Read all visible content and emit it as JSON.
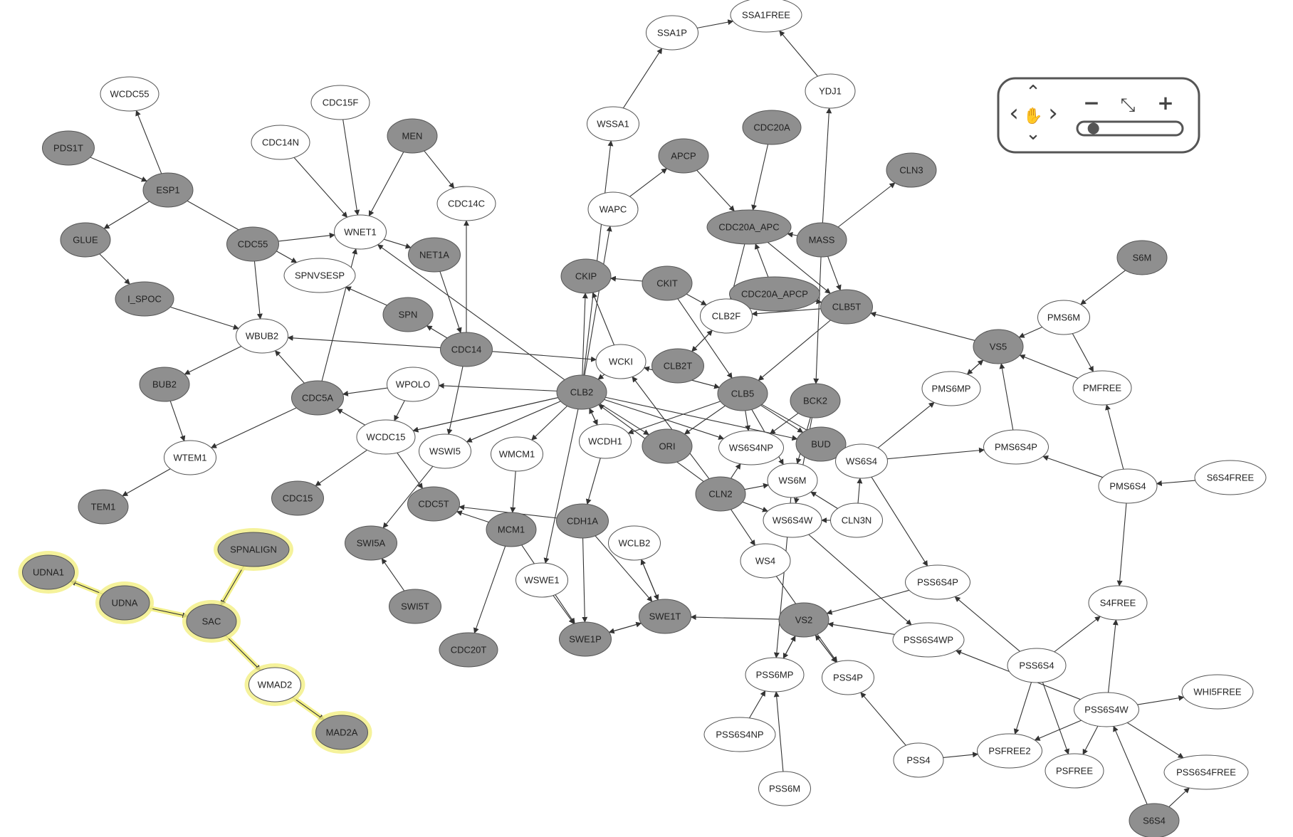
{
  "colors": {
    "active_fill": "#8f8f8f",
    "inactive_fill": "#ffffff",
    "stroke": "#555555",
    "edge": "#333333",
    "highlight": "#f3f08a"
  },
  "nodes": [
    {
      "id": "WCDC55",
      "active": false
    },
    {
      "id": "CDC15F",
      "active": false
    },
    {
      "id": "CDC14N",
      "active": false
    },
    {
      "id": "MEN",
      "active": true
    },
    {
      "id": "PDS1T",
      "active": true
    },
    {
      "id": "ESP1",
      "active": true
    },
    {
      "id": "CDC14C",
      "active": false
    },
    {
      "id": "GLUE",
      "active": true
    },
    {
      "id": "CDC55",
      "active": true
    },
    {
      "id": "WNET1",
      "active": false
    },
    {
      "id": "NET1A",
      "active": true
    },
    {
      "id": "SPNVSESP",
      "active": false
    },
    {
      "id": "I_SPOC",
      "active": true
    },
    {
      "id": "SPN",
      "active": true
    },
    {
      "id": "WBUB2",
      "active": false
    },
    {
      "id": "CDC14",
      "active": true
    },
    {
      "id": "BUB2",
      "active": true
    },
    {
      "id": "CDC5A",
      "active": true
    },
    {
      "id": "WPOLO",
      "active": false
    },
    {
      "id": "WTEM1",
      "active": false
    },
    {
      "id": "WCDC15",
      "active": false
    },
    {
      "id": "WSWI5",
      "active": false
    },
    {
      "id": "WMCM1",
      "active": false
    },
    {
      "id": "TEM1",
      "active": true
    },
    {
      "id": "CDC15",
      "active": true
    },
    {
      "id": "CDC5T",
      "active": true
    },
    {
      "id": "SWI5A",
      "active": true
    },
    {
      "id": "MCM1",
      "active": true
    },
    {
      "id": "SWI5T",
      "active": true
    },
    {
      "id": "CDC20T",
      "active": true
    },
    {
      "id": "SSA1FREE",
      "active": false
    },
    {
      "id": "SSA1P",
      "active": false
    },
    {
      "id": "YDJ1",
      "active": false
    },
    {
      "id": "WSSA1",
      "active": false
    },
    {
      "id": "CDC20A",
      "active": true
    },
    {
      "id": "APCP",
      "active": true
    },
    {
      "id": "CLN3",
      "active": true
    },
    {
      "id": "WAPC",
      "active": false
    },
    {
      "id": "CDC20A_APC",
      "active": true
    },
    {
      "id": "MASS",
      "active": true
    },
    {
      "id": "CKIP",
      "active": true
    },
    {
      "id": "CKIT",
      "active": true
    },
    {
      "id": "CDC20A_APCP",
      "active": true
    },
    {
      "id": "CLB5T",
      "active": true
    },
    {
      "id": "CLB2F",
      "active": false
    },
    {
      "id": "WCKI",
      "active": false
    },
    {
      "id": "CLB2T",
      "active": true
    },
    {
      "id": "CLB2",
      "active": true
    },
    {
      "id": "CLB5",
      "active": true
    },
    {
      "id": "BCK2",
      "active": true
    },
    {
      "id": "WCDH1",
      "active": false
    },
    {
      "id": "ORI",
      "active": true
    },
    {
      "id": "WS6S4NP",
      "active": false
    },
    {
      "id": "BUD",
      "active": true
    },
    {
      "id": "WS6S4",
      "active": false
    },
    {
      "id": "WS6M",
      "active": false
    },
    {
      "id": "CLN2",
      "active": true
    },
    {
      "id": "WS6S4W",
      "active": false
    },
    {
      "id": "CLN3N",
      "active": false
    },
    {
      "id": "CDH1A",
      "active": true
    },
    {
      "id": "WCLB2",
      "active": false
    },
    {
      "id": "WS4",
      "active": false
    },
    {
      "id": "WSWE1",
      "active": false
    },
    {
      "id": "SWE1T",
      "active": true
    },
    {
      "id": "SWE1P",
      "active": true
    },
    {
      "id": "VS2",
      "active": true
    },
    {
      "id": "PSS6S4P",
      "active": false
    },
    {
      "id": "PSS6S4WP",
      "active": false
    },
    {
      "id": "PSS6MP",
      "active": false
    },
    {
      "id": "PSS4P",
      "active": false
    },
    {
      "id": "PSS6S4NP",
      "active": false
    },
    {
      "id": "PSS6M",
      "active": false
    },
    {
      "id": "PSS4",
      "active": false
    },
    {
      "id": "S6M",
      "active": true
    },
    {
      "id": "PMS6M",
      "active": false
    },
    {
      "id": "VS5",
      "active": true
    },
    {
      "id": "PMS6MP",
      "active": false
    },
    {
      "id": "PMFREE",
      "active": false
    },
    {
      "id": "PMS6S4P",
      "active": false
    },
    {
      "id": "PMS6S4",
      "active": false
    },
    {
      "id": "S6S4FREE",
      "active": false
    },
    {
      "id": "S4FREE",
      "active": false
    },
    {
      "id": "PSS6S4",
      "active": false
    },
    {
      "id": "WHI5FREE",
      "active": false
    },
    {
      "id": "PSS6S4W",
      "active": false
    },
    {
      "id": "PSFREE2",
      "active": false
    },
    {
      "id": "PSFREE",
      "active": false
    },
    {
      "id": "PSS6S4FREE",
      "active": false
    },
    {
      "id": "S6S4",
      "active": true
    },
    {
      "id": "UDNA1",
      "active": true,
      "highlighted": true
    },
    {
      "id": "UDNA",
      "active": true,
      "highlighted": true
    },
    {
      "id": "SPNALIGN",
      "active": true,
      "highlighted": true
    },
    {
      "id": "SAC",
      "active": true,
      "highlighted": true
    },
    {
      "id": "WMAD2",
      "active": false,
      "highlighted": true
    },
    {
      "id": "MAD2A",
      "active": true,
      "highlighted": true
    }
  ],
  "edges": [
    [
      "ESP1",
      "WCDC55"
    ],
    [
      "PDS1T",
      "ESP1"
    ],
    [
      "ESP1",
      "GLUE"
    ],
    [
      "ESP1",
      "SPNVSESP"
    ],
    [
      "GLUE",
      "I_SPOC"
    ],
    [
      "I_SPOC",
      "WBUB2"
    ],
    [
      "WBUB2",
      "BUB2"
    ],
    [
      "BUB2",
      "WTEM1"
    ],
    [
      "WTEM1",
      "TEM1"
    ],
    [
      "CDC55",
      "WNET1"
    ],
    [
      "CDC55",
      "WBUB2"
    ],
    [
      "CDC14N",
      "WNET1"
    ],
    [
      "CDC15F",
      "WNET1"
    ],
    [
      "MEN",
      "WNET1"
    ],
    [
      "MEN",
      "CDC14C"
    ],
    [
      "WNET1",
      "NET1A"
    ],
    [
      "NET1A",
      "CDC14"
    ],
    [
      "CDC14",
      "CDC14C"
    ],
    [
      "CDC14",
      "SPN"
    ],
    [
      "SPN",
      "SPNVSESP"
    ],
    [
      "CDC14",
      "WBUB2"
    ],
    [
      "CDC14",
      "WSWI5"
    ],
    [
      "CDC14",
      "WCKI"
    ],
    [
      "CDC5A",
      "WTEM1"
    ],
    [
      "CDC5A",
      "WBUB2"
    ],
    [
      "CDC5A",
      "WNET1"
    ],
    [
      "WPOLO",
      "CDC5A"
    ],
    [
      "WPOLO",
      "WCDC15"
    ],
    [
      "WCDC15",
      "CDC15"
    ],
    [
      "WCDC15",
      "CDC5A"
    ],
    [
      "WCDC15",
      "CDC5T"
    ],
    [
      "WSWI5",
      "SWI5A"
    ],
    [
      "SWI5T",
      "SWI5A"
    ],
    [
      "MCM1",
      "CDC20T"
    ],
    [
      "MCM1",
      "SWE1P"
    ],
    [
      "MCM1",
      "CDC5T"
    ],
    [
      "CDH1A",
      "CDC5T"
    ],
    [
      "WMCM1",
      "MCM1"
    ],
    [
      "CLB2",
      "WNET1"
    ],
    [
      "CLB2",
      "WPOLO"
    ],
    [
      "CLB2",
      "WCDC15"
    ],
    [
      "CLB2",
      "WSWI5"
    ],
    [
      "CLB2",
      "WMCM1"
    ],
    [
      "CLB2",
      "WCDH1"
    ],
    [
      "CLB2",
      "ORI"
    ],
    [
      "CLB2",
      "BUD"
    ],
    [
      "CLB2",
      "WS6S4NP"
    ],
    [
      "CLB2",
      "WSWE1"
    ],
    [
      "CLB2",
      "WAPC"
    ],
    [
      "CLB2",
      "WSSA1"
    ],
    [
      "CLB2",
      "CKIP"
    ],
    [
      "CLB2",
      "WCDC15"
    ],
    [
      "WSSA1",
      "SSA1P"
    ],
    [
      "SSA1P",
      "SSA1FREE"
    ],
    [
      "YDJ1",
      "SSA1FREE"
    ],
    [
      "MASS",
      "YDJ1"
    ],
    [
      "MASS",
      "CLN3"
    ],
    [
      "MASS",
      "CLB5T"
    ],
    [
      "MASS",
      "BCK2"
    ],
    [
      "MASS",
      "CDC20A_APC"
    ],
    [
      "CDC20A",
      "CDC20A_APC"
    ],
    [
      "APCP",
      "CDC20A_APC"
    ],
    [
      "WAPC",
      "APCP"
    ],
    [
      "CDC20A_APC",
      "CLB2F"
    ],
    [
      "CDC20A_APC",
      "CLB5T"
    ],
    [
      "CDC20A_APCP",
      "CDC20A_APC"
    ],
    [
      "CDC20A_APCP",
      "CLB5T"
    ],
    [
      "CLB5T",
      "CLB2F"
    ],
    [
      "CLB5T",
      "CLB5"
    ],
    [
      "CKIT",
      "CKIP"
    ],
    [
      "CKIT",
      "CLB2F"
    ],
    [
      "CKIT",
      "CLB5"
    ],
    [
      "CLB2F",
      "CLB2T"
    ],
    [
      "CLB2T",
      "CLB2F"
    ],
    [
      "WCKI",
      "CKIP"
    ],
    [
      "WCKI",
      "CLB2"
    ],
    [
      "WCKI",
      "CLB5"
    ],
    [
      "CLB5",
      "WCKI"
    ],
    [
      "CLB5",
      "WCDH1"
    ],
    [
      "CLB5",
      "ORI"
    ],
    [
      "CLB5",
      "BUD"
    ],
    [
      "CLB5",
      "WS6S4NP"
    ],
    [
      "CLB5",
      "WS6M"
    ],
    [
      "CLB5",
      "WS6S4"
    ],
    [
      "BCK2",
      "WS6S4NP"
    ],
    [
      "BCK2",
      "WS6M"
    ],
    [
      "BCK2",
      "WS6S4W"
    ],
    [
      "CLN2",
      "WS6M"
    ],
    [
      "CLN2",
      "WS6S4W"
    ],
    [
      "CLN2",
      "WS6S4NP"
    ],
    [
      "CLN2",
      "WS4"
    ],
    [
      "CLN2",
      "CLB2"
    ],
    [
      "CLN2",
      "WCKI"
    ],
    [
      "CLN3N",
      "WS6M"
    ],
    [
      "CLN3N",
      "WS6S4"
    ],
    [
      "CLN3N",
      "WS6S4W"
    ],
    [
      "WCDH1",
      "CDH1A"
    ],
    [
      "WCDH1",
      "CLB2"
    ],
    [
      "CDH1A",
      "SWE1T"
    ],
    [
      "CDH1A",
      "SWE1P"
    ],
    [
      "WCLB2",
      "SWE1T"
    ],
    [
      "SWE1T",
      "WCLB2"
    ],
    [
      "WSWE1",
      "SWE1P"
    ],
    [
      "SWE1P",
      "SWE1T"
    ],
    [
      "SWE1T",
      "SWE1P"
    ],
    [
      "VS2",
      "SWE1T"
    ],
    [
      "WS6S4",
      "PMS6MP"
    ],
    [
      "WS6S4",
      "PMS6S4P"
    ],
    [
      "WS6S4",
      "PSS6S4P"
    ],
    [
      "WS6S4W",
      "PSS6S4WP"
    ],
    [
      "WS6M",
      "PSS6MP"
    ],
    [
      "WS4",
      "PSS4P"
    ],
    [
      "PSS6S4P",
      "VS2"
    ],
    [
      "PSS6S4WP",
      "VS2"
    ],
    [
      "PSS6MP",
      "VS2"
    ],
    [
      "PSS4P",
      "VS2"
    ],
    [
      "VS2",
      "PSS6MP"
    ],
    [
      "VS2",
      "PSS4P"
    ],
    [
      "PSS6S4NP",
      "PSS6MP"
    ],
    [
      "PSS6M",
      "PSS6MP"
    ],
    [
      "PSS4",
      "PSS4P"
    ],
    [
      "PSS4",
      "PSFREE2"
    ],
    [
      "S6M",
      "PMS6M"
    ],
    [
      "PMS6M",
      "VS5"
    ],
    [
      "PMS6M",
      "PMFREE"
    ],
    [
      "PMFREE",
      "VS5"
    ],
    [
      "PMS6MP",
      "VS5"
    ],
    [
      "VS5",
      "PMS6MP"
    ],
    [
      "PMS6S4P",
      "VS5"
    ],
    [
      "VS5",
      "CLB5T"
    ],
    [
      "PMS6S4",
      "PMS6S4P"
    ],
    [
      "PMS6S4",
      "PMFREE"
    ],
    [
      "PMS6S4",
      "S4FREE"
    ],
    [
      "S6S4FREE",
      "PMS6S4"
    ],
    [
      "PSS6S4",
      "PSS6S4P"
    ],
    [
      "PSS6S4",
      "S4FREE"
    ],
    [
      "PSS6S4",
      "PSFREE2"
    ],
    [
      "PSS6S4",
      "PSFREE"
    ],
    [
      "PSS6S4W",
      "PSS6S4WP"
    ],
    [
      "PSS6S4W",
      "S4FREE"
    ],
    [
      "PSS6S4W",
      "WHI5FREE"
    ],
    [
      "PSS6S4W",
      "PSFREE2"
    ],
    [
      "PSS6S4W",
      "PSFREE"
    ],
    [
      "PSS6S4W",
      "PSS6S4FREE"
    ],
    [
      "S6S4",
      "PSS6S4W"
    ],
    [
      "S6S4",
      "PSS6S4FREE"
    ],
    [
      "UDNA",
      "UDNA1"
    ],
    [
      "UDNA",
      "SAC"
    ],
    [
      "SPNALIGN",
      "SAC"
    ],
    [
      "SAC",
      "WMAD2"
    ],
    [
      "WMAD2",
      "MAD2A"
    ]
  ],
  "controls": {
    "zoom_out_label": "−",
    "zoom_in_label": "+",
    "pan_up_glyph": "⌃",
    "pan_down_glyph": "⌄",
    "pan_left_glyph": "‹",
    "pan_right_glyph": "›",
    "pan_hand_glyph": "✋",
    "fit_glyph": "⤡",
    "zoom_level": 0.3
  }
}
